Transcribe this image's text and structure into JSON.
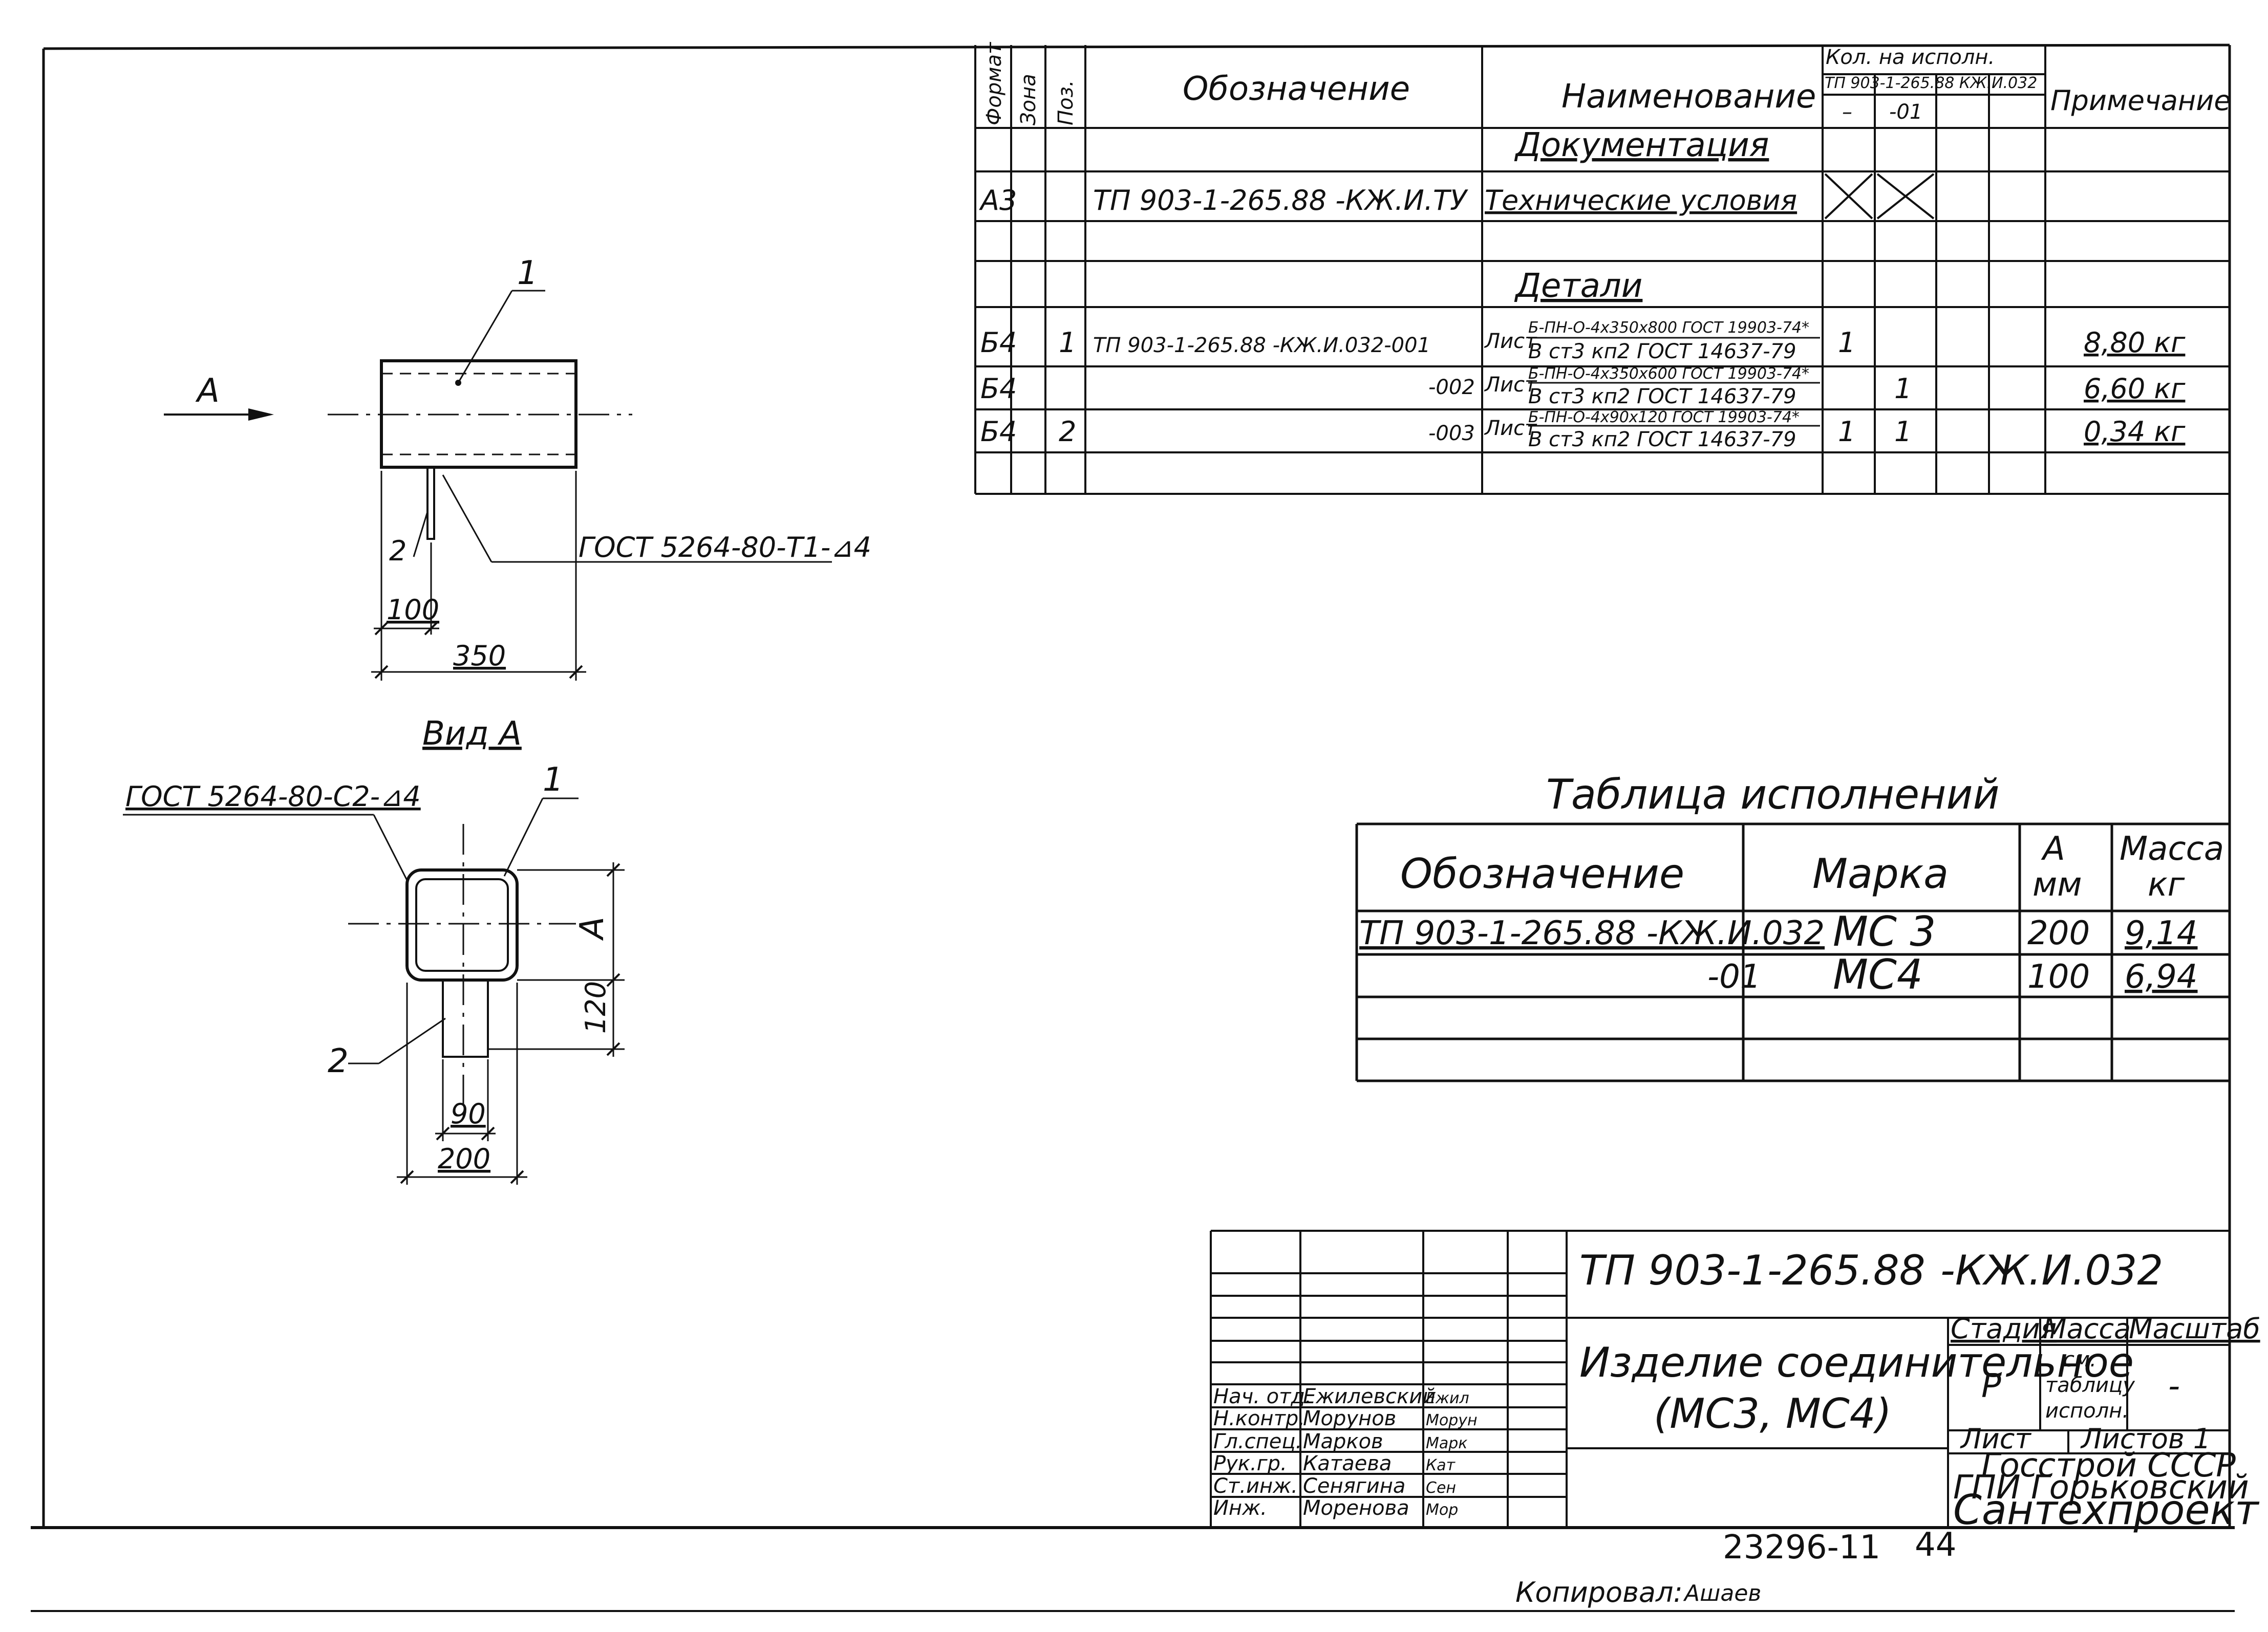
{
  "spec": {
    "headers": {
      "format": "Формат",
      "zone": "Зона",
      "pos": "Поз.",
      "designation": "Обозначение",
      "name": "Наименование",
      "qty_top": "Кол. на исполн.",
      "qty_doc": "ТП 903-1-265.88 КЖ.И.032",
      "qty_col1": "–",
      "qty_col2": "-01",
      "note": "Примечание"
    },
    "rows": {
      "sec_docs": "Документация",
      "r1_format": "А3",
      "r1_designation": "ТП 903-1-265.88 -КЖ.И.ТУ",
      "r1_name": "Технические условия",
      "sec_details": "Детали",
      "r2_format": "Б4",
      "r2_pos": "1",
      "r2_designation": "ТП 903-1-265.88 -КЖ.И.032-001",
      "r2_name_prefix": "Лист",
      "r2_name_top": "Б-ПН-О-4х350х800 ГОСТ 19903-74*",
      "r2_name_bottom": "В ст3 кп2 ГОСТ 14637-79",
      "r2_q1": "1",
      "r2_note": "8,80 кг",
      "r3_format": "Б4",
      "r3_designation": "-002",
      "r3_name_prefix": "Лист",
      "r3_name_top": "Б-ПН-О-4х350х600 ГОСТ 19903-74*",
      "r3_name_bottom": "В ст3 кп2 ГОСТ 14637-79",
      "r3_q2": "1",
      "r3_note": "6,60 кг",
      "r4_format": "Б4",
      "r4_pos": "2",
      "r4_designation": "-003",
      "r4_name_prefix": "Лист",
      "r4_name_top": "Б-ПН-О-4х90х120 ГОСТ 19903-74*",
      "r4_name_bottom": "В ст3 кп2 ГОСТ 14637-79",
      "r4_q1": "1",
      "r4_q2": "1",
      "r4_note": "0,34 кг"
    }
  },
  "variants": {
    "title": "Таблица исполнений",
    "h_designation": "Обозначение",
    "h_mark": "Марка",
    "h_a_top": "А",
    "h_a_bottom": "мм",
    "h_mass_top": "Масса",
    "h_mass_bottom": "кг",
    "r1_designation": "ТП 903-1-265.88 -КЖ.И.032",
    "r1_mark": "МС 3",
    "r1_a": "200",
    "r1_mass": "9,14",
    "r2_designation": "-01",
    "r2_mark": "МС4",
    "r2_a": "100",
    "r2_mass": "6,94"
  },
  "drawing": {
    "label_a": "А",
    "callout_1": "1",
    "callout_2": "2",
    "weld_top": "ГОСТ 5264-80-Т1-⊿4",
    "dim_100": "100",
    "dim_350": "350",
    "view_title": "Вид А",
    "weld_view": "ГОСТ 5264-80-С2-⊿4",
    "callout_1b": "1",
    "callout_2b": "2",
    "dim_a": "А",
    "dim_120": "120",
    "dim_90": "90",
    "dim_200": "200"
  },
  "title_block": {
    "doc_code": "ТП 903-1-265.88",
    "doc_suffix": "-КЖ.И.032",
    "item_name": "Изделие соединительное",
    "item_marks": "(МС3, МС4)",
    "h_stage": "Стадия",
    "h_mass": "Масса",
    "h_scale": "Масштаб",
    "stage": "Р",
    "mass_l1": "см.",
    "mass_l2": "таблицу",
    "mass_l3": "исполн.",
    "scale": "-",
    "sheet": "Лист",
    "sheets": "Листов 1",
    "org1": "Госстрой СССР",
    "org2": "ГПИ Горьковский",
    "org3": "Сантехпроект",
    "roles": [
      "Нач. отд.",
      "Н.контр.",
      "Гл.спец.",
      "Рук.гр.",
      "Ст.инж.",
      "Инж."
    ],
    "names": [
      "Ежилевский",
      "Морунов",
      "Марков",
      "Катаева",
      "Сенягина",
      "Моренова"
    ],
    "signatures": [
      "Ежил",
      "Морун",
      "Марк",
      "Кат",
      "Сен",
      "Мор"
    ]
  },
  "footer": {
    "inventory": "23296-11",
    "page": "44",
    "copied_label": "Копировал:",
    "copied_sign": "Ашаев"
  }
}
